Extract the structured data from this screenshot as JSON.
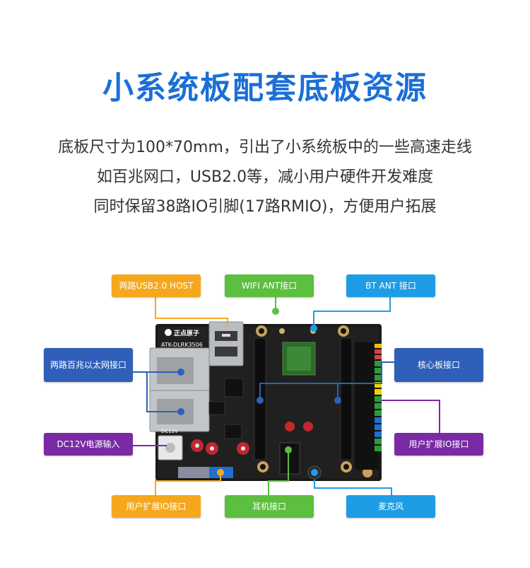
{
  "title": "小系统板配套底板资源",
  "description": [
    "底板尺寸为100*70mm，引出了小系统板中的一些高速走线",
    "如百兆网口，USB2.0等，减小用户硬件开发难度",
    "同时保留38路IO引脚(17路RMIO)，方便用户拓展"
  ],
  "board": {
    "brand": "正点原子",
    "model": "ATK-DLRK3506",
    "silk_dc": "DC12V"
  },
  "callouts": {
    "usb_host": "两路USB2.0 HOST",
    "wifi_ant": "WIFI ANT接口",
    "bt_ant": "BT ANT 接口",
    "ethernet": "两路百兆以太网接口",
    "core_board": "核心板接口",
    "dc_power": "DC12V电源输入",
    "user_io_right": "用户扩展IO接口",
    "user_io_bottom": "用户扩展IO接口",
    "headphone": "耳机接口",
    "microphone": "麦克风"
  },
  "colors": {
    "title": "#1b6fd6",
    "orange": "#f5a81d",
    "green": "#5cbf3f",
    "blue": "#1e9de6",
    "navy": "#2f5fb9",
    "purple": "#7a2aa5"
  }
}
